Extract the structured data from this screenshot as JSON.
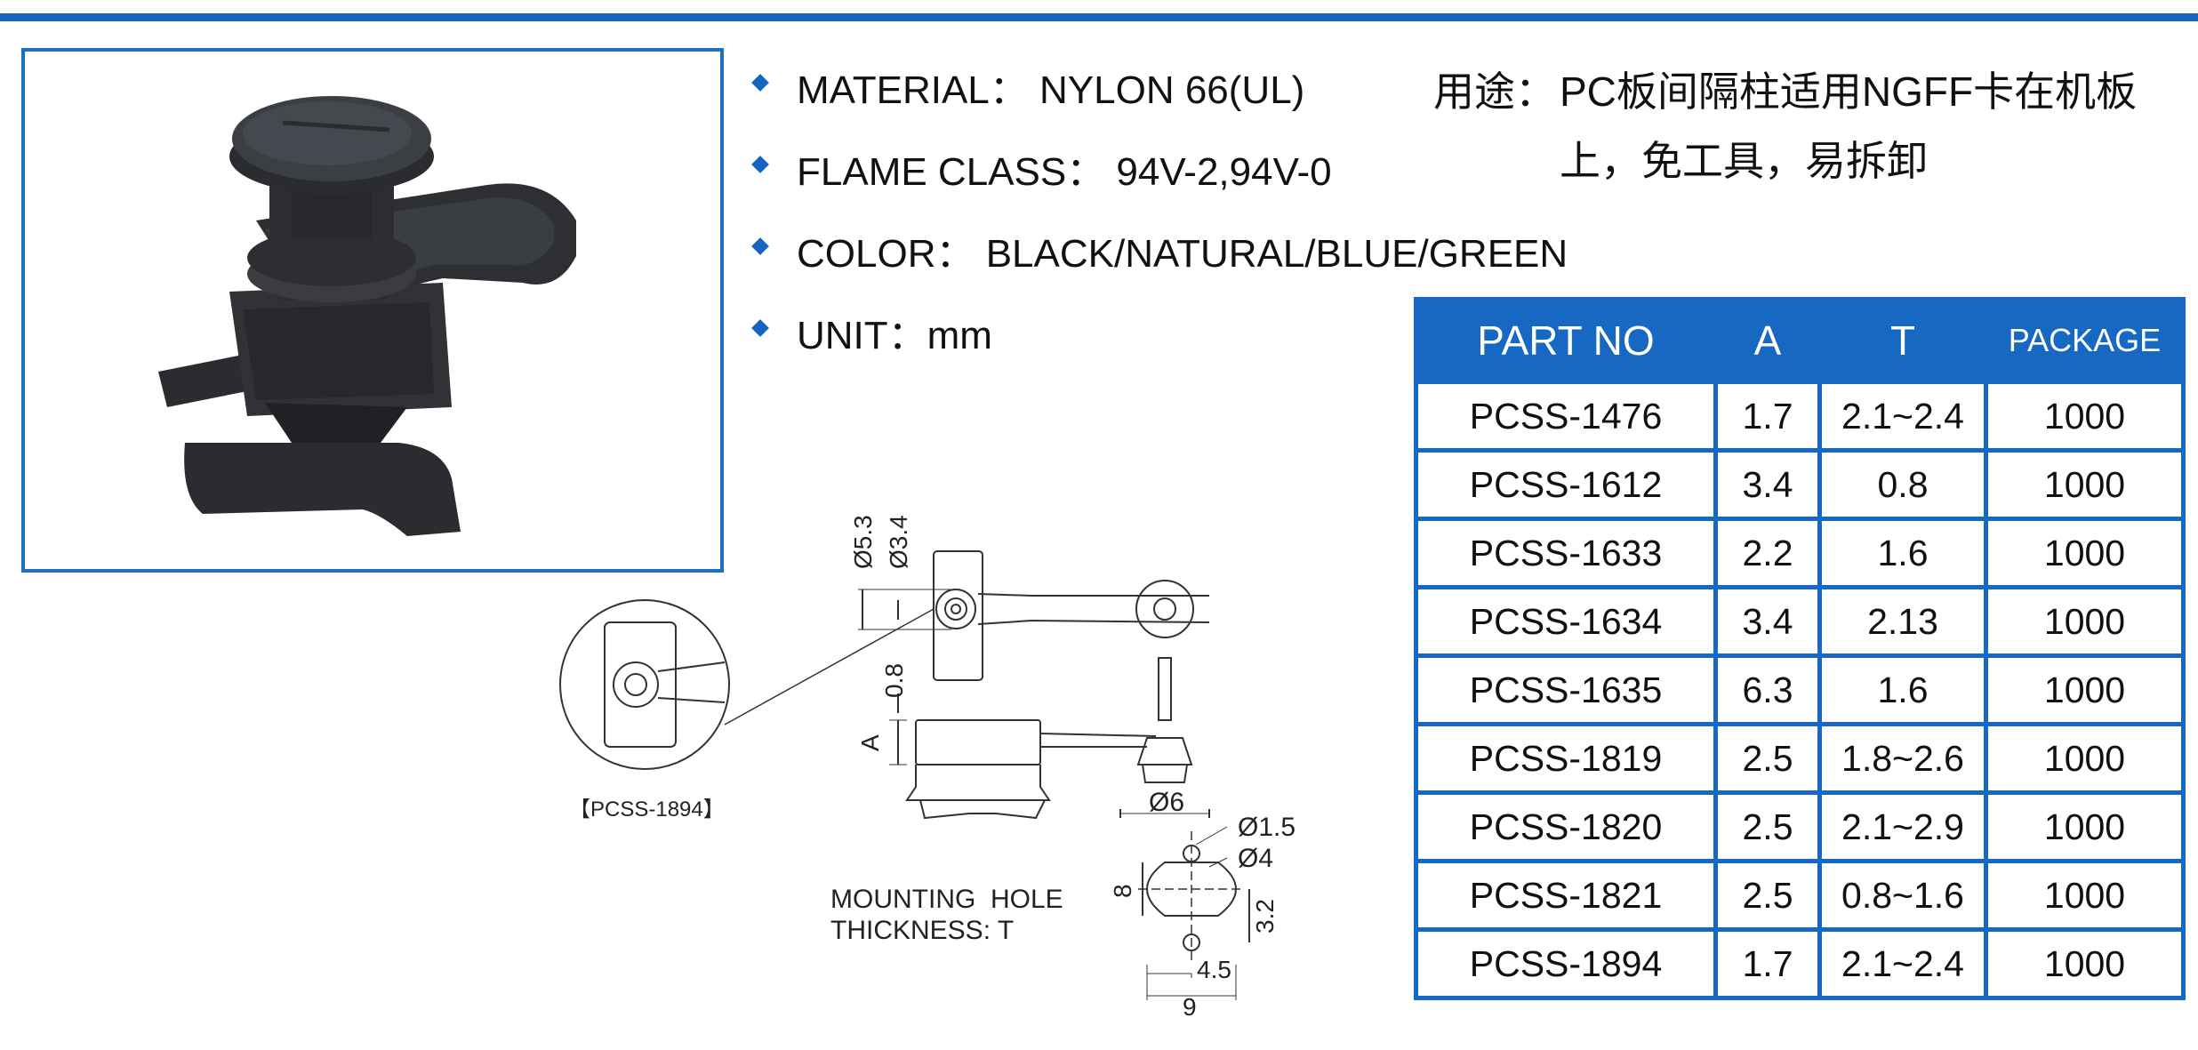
{
  "specs": [
    {
      "text": "MATERIAL： NYLON 66(UL)"
    },
    {
      "text": "FLAME CLASS： 94V-2,94V-0"
    },
    {
      "text": "COLOR： BLACK/NATURAL/BLUE/GREEN"
    },
    {
      "text": "UNIT：mm"
    }
  ],
  "usage": {
    "label": "用途：",
    "text": "PC板间隔柱适用NGFF卡在机板上，免工具，易拆卸"
  },
  "table": {
    "headers": [
      "PART NO",
      "A",
      "T",
      "PACKAGE"
    ],
    "rows": [
      [
        "PCSS-1476",
        "1.7",
        "2.1~2.4",
        "1000"
      ],
      [
        "PCSS-1612",
        "3.4",
        "0.8",
        "1000"
      ],
      [
        "PCSS-1633",
        "2.2",
        "1.6",
        "1000"
      ],
      [
        "PCSS-1634",
        "3.4",
        "2.13",
        "1000"
      ],
      [
        "PCSS-1635",
        "6.3",
        "1.6",
        "1000"
      ],
      [
        "PCSS-1819",
        "2.5",
        "1.8~2.6",
        "1000"
      ],
      [
        "PCSS-1820",
        "2.5",
        "2.1~2.9",
        "1000"
      ],
      [
        "PCSS-1821",
        "2.5",
        "0.8~1.6",
        "1000"
      ],
      [
        "PCSS-1894",
        "1.7",
        "2.1~2.4",
        "1000"
      ]
    ]
  },
  "drawing": {
    "d53": "Ø5.3",
    "d34": "Ø3.4",
    "d08": "0.8",
    "dA": "A",
    "d6": "Ø6",
    "d15": "Ø1.5",
    "d4": "Ø4",
    "d8": "8",
    "d32": "3.2",
    "d45": "4.5",
    "d9": "9",
    "mount1": "MOUNTING  HOLE",
    "mount2": "THICKNESS: T",
    "part_label": "【PCSS-1894】"
  },
  "colors": {
    "accent": "#1565c0",
    "table_header": "#1668c2"
  }
}
